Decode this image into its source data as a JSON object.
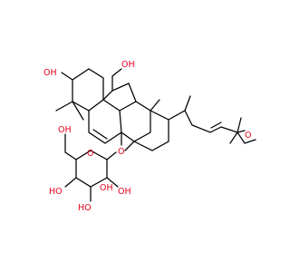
{
  "molecule": {
    "labels": {
      "oh_ring_a": "OH",
      "oh_c19": "OH",
      "o_glycosidic": "O",
      "o_methoxy": "O",
      "oh_sugar_ch2": "OH",
      "o_sugar_ring": "O",
      "ho_sugar_1": "HO",
      "ho_sugar_2": "HO",
      "oh_sugar_3": "OH",
      "oh_sugar_4": "OH"
    },
    "colors": {
      "heteroatom": "#e8001c",
      "bond": "#000000"
    }
  }
}
